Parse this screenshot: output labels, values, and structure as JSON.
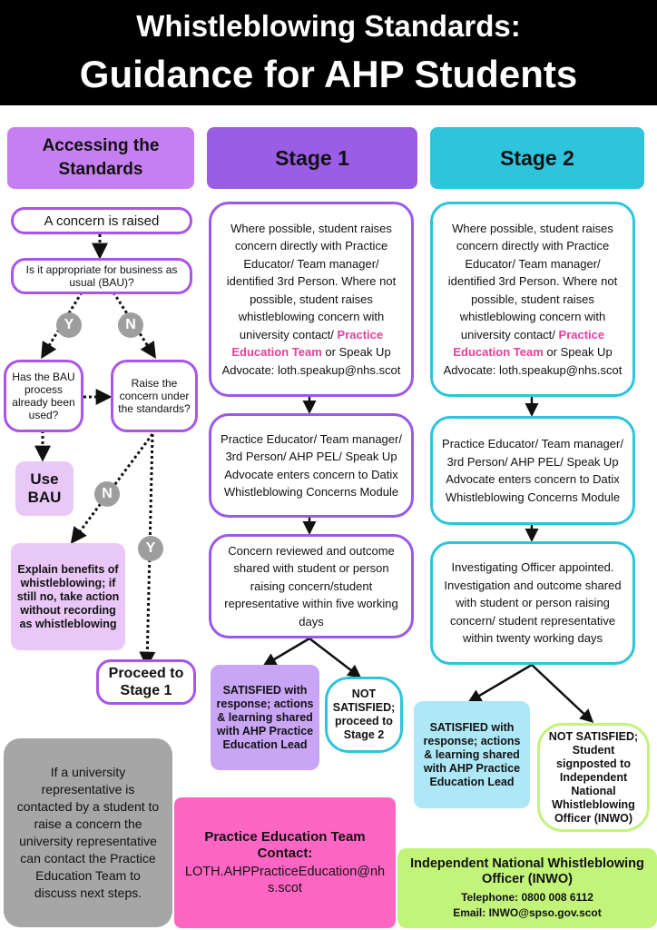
{
  "header": {
    "line1": "Whistleblowing Standards:",
    "line2": "Guidance for AHP Students"
  },
  "columns": {
    "access": {
      "title": "Accessing the Standards"
    },
    "stage1": {
      "title": "Stage 1"
    },
    "stage2": {
      "title": "Stage 2"
    }
  },
  "left_flow": {
    "concern_raised": "A concern is raised",
    "bau_question": "Is it appropriate for business as usual (BAU)?",
    "y_label": "Y",
    "n_label": "N",
    "bau_used": "Has the BAU process already been used?",
    "raise_standards": "Raise the concern under the standards?",
    "use_bau": "Use BAU",
    "n2_label": "N",
    "y2_label": "Y",
    "explain": "Explain benefits of whistleblowing; if still no, take action without recording as whistleblowing",
    "proceed": "Proceed to Stage 1"
  },
  "stage1": {
    "box1_before": "Where possible, student raises concern directly with Practice Educator/ Team manager/ identified 3rd Person. Where not possible, student raises whistleblowing concern with university contact/",
    "box1_highlight": "Practice Education Team",
    "box1_after": "or Speak Up Advocate: loth.speakup@nhs.scot",
    "box2": "Practice Educator/ Team manager/ 3rd Person/ AHP PEL/ Speak Up Advocate enters concern to Datix Whistleblowing Concerns Module",
    "box3": "Concern reviewed and outcome shared with student or person raising concern/student representative within five working days",
    "satisfied": "SATISFIED with response; actions & learning shared with AHP Practice Education Lead",
    "not_satisfied": "NOT SATISFIED; proceed to Stage 2"
  },
  "stage2": {
    "box1_before": "Where possible, student raises concern directly with Practice Educator/ Team manager/ identified 3rd Person. Where not possible, student raises whistleblowing concern with university contact/",
    "box1_highlight": "Practice Education Team",
    "box1_after": "or Speak Up Advocate: loth.speakup@nhs.scot",
    "box2": "Practice Educator/ Team manager/ 3rd Person/ AHP PEL/ Speak Up Advocate enters concern to Datix Whistleblowing Concerns Module",
    "box3": "Investigating Officer appointed. Investigation and outcome shared with student or person raising concern/ student representative within twenty working days",
    "satisfied": "SATISFIED with response; actions & learning shared with AHP Practice Education Lead",
    "not_satisfied": "NOT SATISFIED; Student signposted to Independent National Whistleblowing Officer (INWO)"
  },
  "footer": {
    "university_note": "If a university representative is contacted by a student to raise a concern the university representative can contact the Practice Education Team to discuss next steps.",
    "pet_title": "Practice Education Team Contact:",
    "pet_email": "LOTH.AHPPracticeEducation@nhs.scot",
    "inwo_title": "Independent National Whistleblowing Officer (INWO)",
    "inwo_phone": "Telephone: 0800 008 6112",
    "inwo_email": "Email: INWO@spso.gov.scot"
  },
  "colors": {
    "purple_dark": "#9b5de5",
    "purple_light": "#c67ff0",
    "lavender": "#e9c8f7",
    "cyan": "#2ec4dc",
    "light_cyan": "#aee8f7",
    "pink": "#ff66c4",
    "green": "#c2f47a",
    "grey": "#a6a6a6"
  }
}
